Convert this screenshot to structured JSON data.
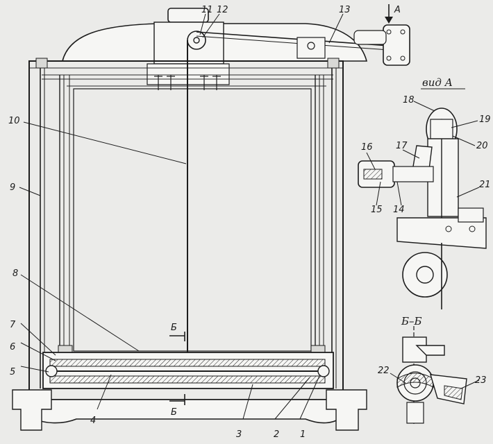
{
  "callouts": [
    "1",
    "2",
    "3",
    "4",
    "5",
    "6",
    "7",
    "8",
    "9",
    "10",
    "11",
    "12",
    "13",
    "14",
    "15",
    "16",
    "17",
    "18",
    "19",
    "20",
    "21",
    "22",
    "23"
  ],
  "views": {
    "view_a": "вид А",
    "section_bb": "Б–Б",
    "arrow_a": "А",
    "section_mark_top": "Б",
    "section_mark_bottom": "Б"
  }
}
